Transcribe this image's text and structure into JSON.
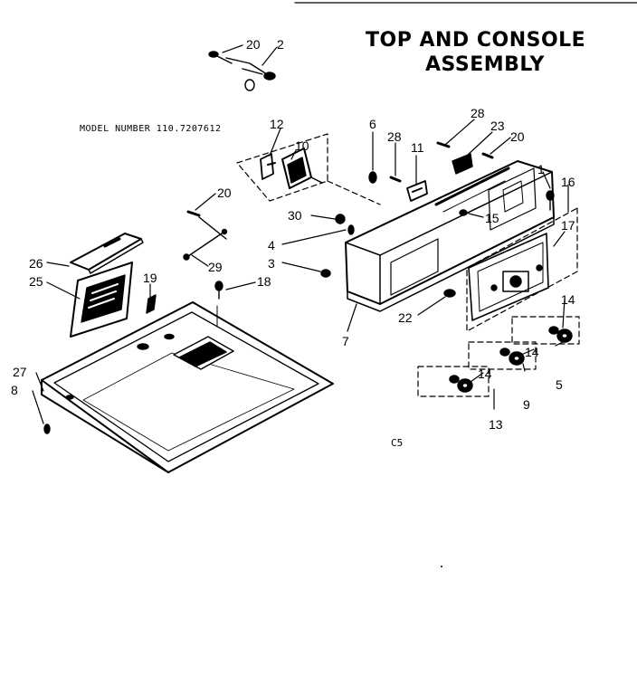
{
  "title": {
    "line1": "TOP AND CONSOLE",
    "line2": "ASSEMBLY"
  },
  "model_number": "MODEL NUMBER 110.7207612",
  "diagram_code": "C5",
  "part_labels": {
    "p20a": "20",
    "p2": "2",
    "p12": "12",
    "p10": "10",
    "p6": "6",
    "p28a": "28",
    "p28b": "28",
    "p23": "23",
    "p20b": "20",
    "p11": "11",
    "p1": "1",
    "p16": "16",
    "p20c": "20",
    "p30": "30",
    "p15": "15",
    "p17": "17",
    "p4": "4",
    "p3": "3",
    "p26": "26",
    "p29": "29",
    "p25": "25",
    "p19": "19",
    "p18": "18",
    "p22": "22",
    "p7": "7",
    "p14a": "14",
    "p5": "5",
    "p14b": "14",
    "p9": "9",
    "p27": "27",
    "p8": "8",
    "p14c": "14",
    "p13": "13"
  }
}
